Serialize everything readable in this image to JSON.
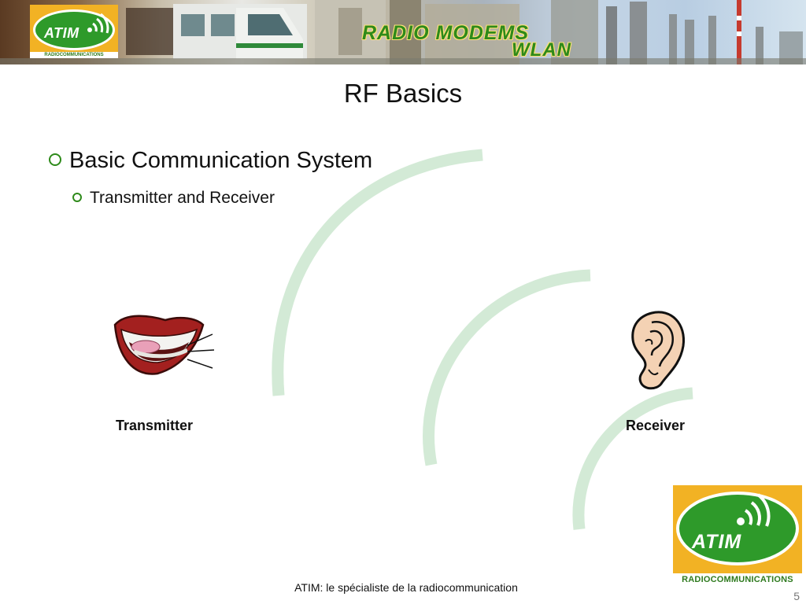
{
  "banner": {
    "title": "RADIO MODEMS",
    "subtitle": "WLAN",
    "logo_name": "ATIM",
    "logo_sub": "RADIOCOMMUNICATIONS"
  },
  "slide": {
    "title": "RF Basics",
    "bullet_level1": "Basic Communication System",
    "bullet_level2": "Transmitter and Receiver",
    "transmitter_label": "Transmitter",
    "receiver_label": "Receiver"
  },
  "logo": {
    "name": "ATIM",
    "sub": "RADIOCOMMUNICATIONS"
  },
  "footer": {
    "text": "ATIM: le spécialiste de la radiocommunication",
    "page_number": "5"
  },
  "colors": {
    "arc": "#d3ead6",
    "accent_green": "#2e9a2a",
    "accent_yellow": "#f2b224"
  },
  "icons": {
    "transmitter": "mouth-icon",
    "receiver": "ear-icon"
  }
}
